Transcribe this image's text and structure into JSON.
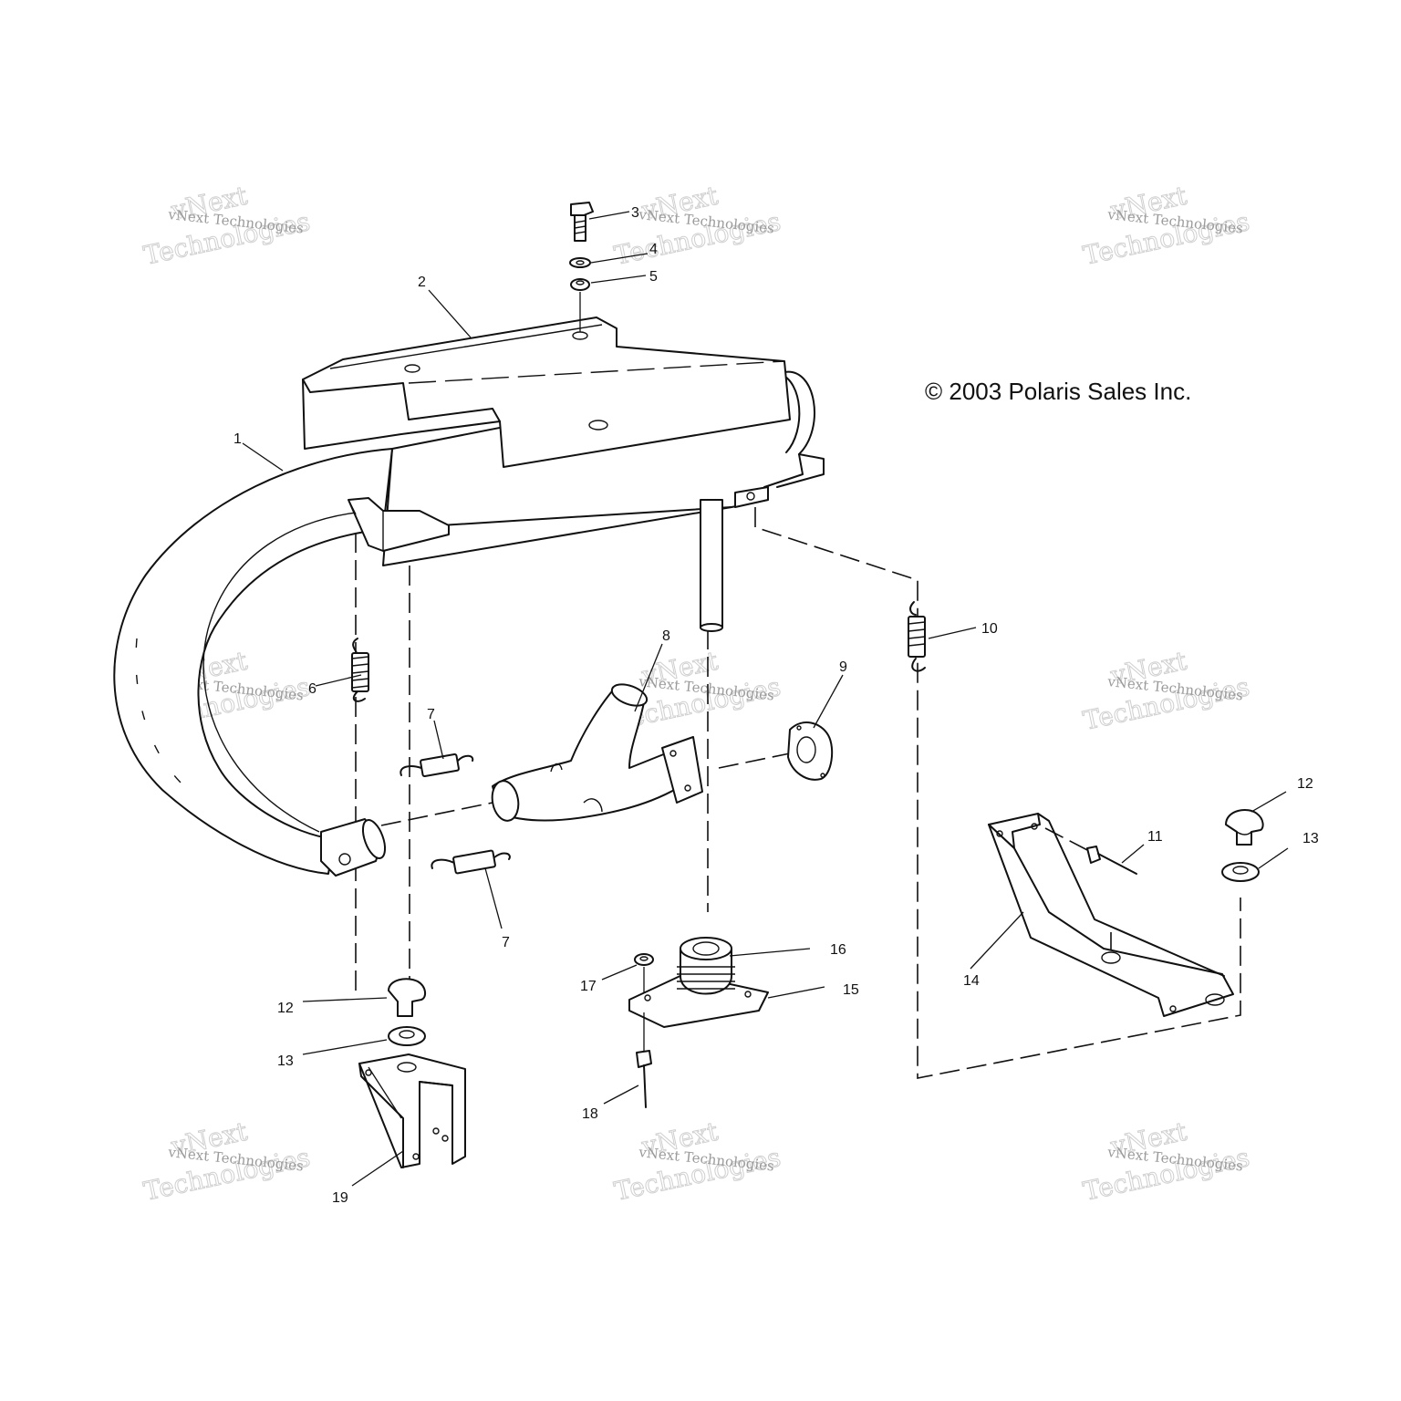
{
  "copyright": "© 2003 Polaris Sales Inc.",
  "watermark": {
    "line_small": "vNext Technologies",
    "line_top": "vNext",
    "line_big": "Technologies"
  },
  "callouts": [
    "1",
    "2",
    "3",
    "4",
    "5",
    "6",
    "7",
    "7",
    "8",
    "9",
    "10",
    "11",
    "12",
    "13",
    "14",
    "15",
    "16",
    "17",
    "18",
    "19",
    "12",
    "13"
  ]
}
